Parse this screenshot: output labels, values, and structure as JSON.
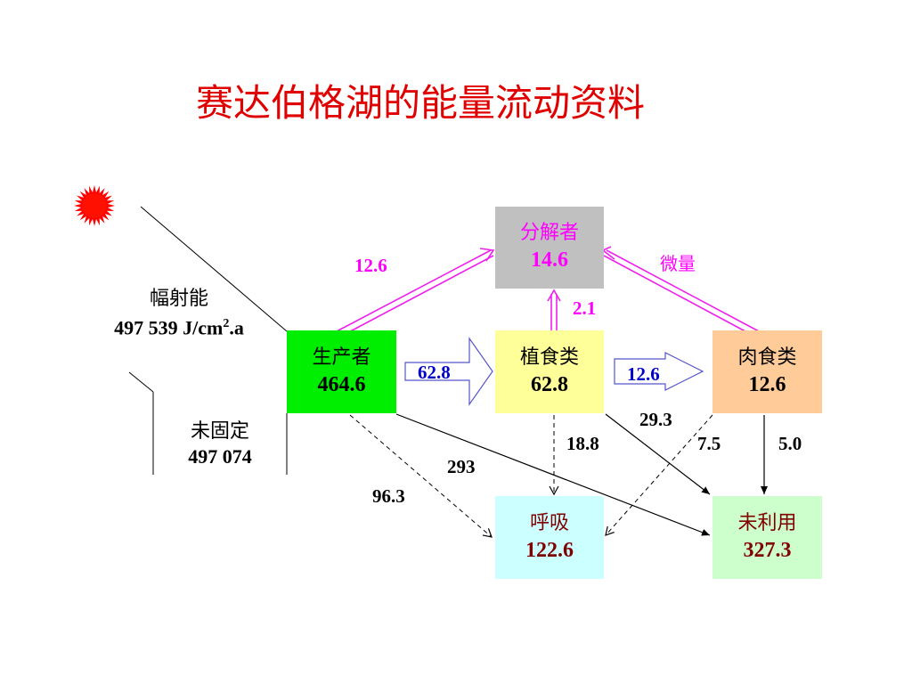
{
  "title": "赛达伯格湖的能量流动资料",
  "colors": {
    "title": "#e00000",
    "producer_fill": "#00ee00",
    "herbivore_fill": "#ffff99",
    "carnivore_fill": "#ffcc99",
    "decomposer_fill": "#c0c0c0",
    "respiration_fill": "#ccffff",
    "unused_fill": "#ccffcc",
    "magenta_label": "#ff00ff",
    "blue_label": "#0000cc",
    "dark_red_text": "#800000",
    "sun": "#ff0000"
  },
  "sunlight": {
    "name": "幅射能",
    "value": "497 539 J/cm",
    "superscript": "2",
    "suffix": ".a"
  },
  "unfixed": {
    "name": "未固定",
    "value": "497 074"
  },
  "nodes": {
    "producer": {
      "name": "生产者",
      "value": "464.6"
    },
    "herbivore": {
      "name": "植食类",
      "value": "62.8"
    },
    "carnivore": {
      "name": "肉食类",
      "value": "12.6"
    },
    "decomposer": {
      "name": "分解者",
      "value": "14.6"
    },
    "respiration": {
      "name": "呼吸",
      "value": "122.6"
    },
    "unused": {
      "name": "未利用",
      "value": "327.3"
    }
  },
  "flows": {
    "producer_to_decomposer": "12.6",
    "carnivore_to_decomposer": "微量",
    "herbivore_to_decomposer": "2.1",
    "producer_to_herbivore": "62.8",
    "herbivore_to_carnivore": "12.6",
    "herbivore_to_unused": "29.3",
    "herbivore_to_respiration": "18.8",
    "carnivore_to_respiration": "7.5",
    "carnivore_to_unused": "5.0",
    "producer_to_unused": "293",
    "producer_to_respiration": "96.3"
  }
}
